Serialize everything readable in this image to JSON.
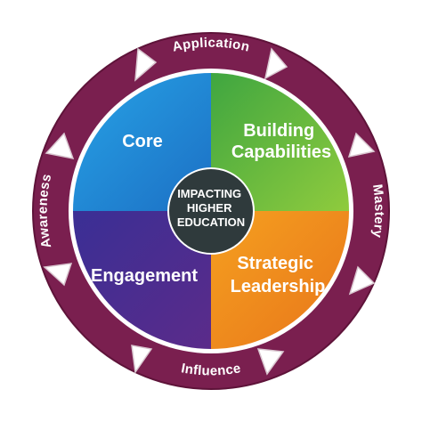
{
  "diagram": {
    "center": {
      "lines": [
        "IMPACTING",
        "HIGHER",
        "EDUCATION"
      ]
    },
    "quadrants": [
      {
        "name": "core",
        "lines": [
          "Core"
        ],
        "color": "#1f8fd6"
      },
      {
        "name": "building-capabilities",
        "lines": [
          "Building",
          "Capabilities"
        ],
        "color": "#5cb83a"
      },
      {
        "name": "strategic-leadership",
        "lines": [
          "Strategic",
          "Leadership"
        ],
        "color": "#f08a1c"
      },
      {
        "name": "engagement",
        "lines": [
          "Engagement"
        ],
        "color": "#4a2d8f"
      }
    ],
    "ring": {
      "color": "#7a1f4f",
      "stages": [
        "Application",
        "Mastery",
        "Influence",
        "Awareness"
      ]
    },
    "hub_color": "#2f3a3c"
  }
}
